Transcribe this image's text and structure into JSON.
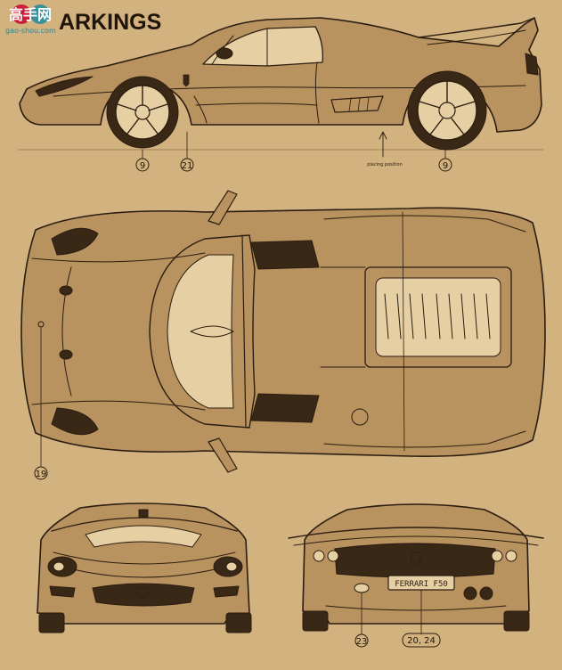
{
  "header": {
    "title_tail": "ARKINGS",
    "watermark_main": "高手网",
    "watermark_url": "gao-shou.com"
  },
  "callouts": {
    "side_wheel_front": "9",
    "side_door": "21",
    "side_wheel_rear": "9",
    "top_front_badge": "19",
    "rear_lamp": "23",
    "rear_plate": "20, 24"
  },
  "labels": {
    "side_small_text": "placing position",
    "plate_text": "FERRARI F50"
  },
  "colors": {
    "paper": "#d2b27e",
    "ink": "#2b1d10",
    "body_shade": "#b8925f",
    "highlight": "#e7cfa4",
    "watermark_red": "#c8102e",
    "watermark_teal": "#1f8aa0"
  }
}
